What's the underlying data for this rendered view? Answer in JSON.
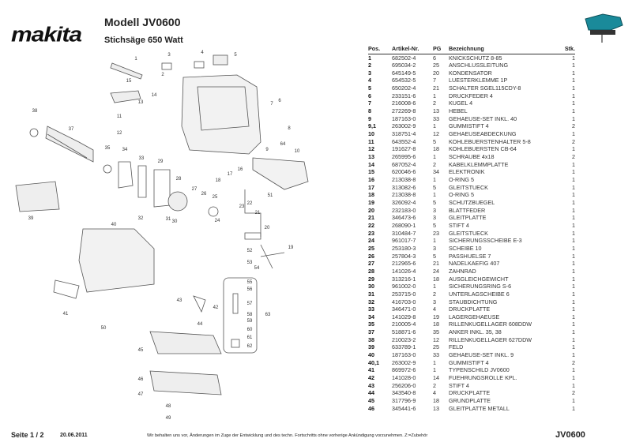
{
  "header": {
    "brand": "makita",
    "model": "Modell  JV0600",
    "subtitle": "Stichsäge  650 Watt"
  },
  "table": {
    "headers": {
      "pos": "Pos.",
      "art": "Artikel-Nr.",
      "pg": "PG",
      "bez": "Bezeichnung",
      "stk": "Stk."
    },
    "rows": [
      [
        "1",
        "682502-4",
        "6",
        "KNICKSCHUTZ 8-85",
        "1"
      ],
      [
        "2",
        "695034-2",
        "25",
        "ANSCHLUSSLEITUNG",
        "1"
      ],
      [
        "3",
        "645149-5",
        "20",
        "KONDENSATOR",
        "1"
      ],
      [
        "4",
        "654532-5",
        "7",
        "LUESTERKLEMME 1P",
        "1"
      ],
      [
        "5",
        "650202-4",
        "21",
        "SCHALTER SGEL115CDY-8",
        "1"
      ],
      [
        "6",
        "233151-6",
        "1",
        "DRUCKFEDER 4",
        "1"
      ],
      [
        "7",
        "216008-6",
        "2",
        "KUGEL 4",
        "1"
      ],
      [
        "8",
        "272269-8",
        "13",
        "HEBEL",
        "1"
      ],
      [
        "9",
        "187163-0",
        "33",
        "GEHAEUSE-SET INKL. 40",
        "1"
      ],
      [
        "9,1",
        "263002-9",
        "1",
        "GUMMISTIFT 4",
        "2"
      ],
      [
        "10",
        "318751-4",
        "12",
        "GEHAEUSEABDECKUNG",
        "1"
      ],
      [
        "11",
        "643552-4",
        "5",
        "KOHLEBUERSTENHALTER 5-8",
        "2"
      ],
      [
        "12",
        "191627-8",
        "18",
        "KOHLEBUERSTEN CB-64",
        "1"
      ],
      [
        "13",
        "265995-6",
        "1",
        "SCHRAUBE 4x18",
        "2"
      ],
      [
        "14",
        "687052-4",
        "2",
        "KABELKLEMMPLATTE",
        "1"
      ],
      [
        "15",
        "620046-6",
        "34",
        "ELEKTRONIK",
        "1"
      ],
      [
        "16",
        "213038-8",
        "1",
        "O-RING 5",
        "1"
      ],
      [
        "17",
        "313082-6",
        "5",
        "GLEITSTUECK",
        "1"
      ],
      [
        "18",
        "213038-8",
        "1",
        "O-RING 5",
        "1"
      ],
      [
        "19",
        "326092-4",
        "5",
        "SCHUTZBUEGEL",
        "1"
      ],
      [
        "20",
        "232183-0",
        "3",
        "BLATTFEDER",
        "1"
      ],
      [
        "21",
        "346473-6",
        "3",
        "GLEITPLATTE",
        "1"
      ],
      [
        "22",
        "268090-1",
        "5",
        "STIFT 4",
        "1"
      ],
      [
        "23",
        "310484-7",
        "23",
        "GLEITSTUECK",
        "1"
      ],
      [
        "24",
        "961017-7",
        "1",
        "SICHERUNGSSCHEIBE E-3",
        "1"
      ],
      [
        "25",
        "253180-3",
        "3",
        "SCHEIBE 10",
        "1"
      ],
      [
        "26",
        "257804-3",
        "5",
        "PASSHUELSE 7",
        "1"
      ],
      [
        "27",
        "212965-6",
        "21",
        "NADELKAEFIG 407",
        "1"
      ],
      [
        "28",
        "141026-4",
        "24",
        "ZAHNRAD",
        "1"
      ],
      [
        "29",
        "313216-1",
        "18",
        "AUSGLEICHGEWICHT",
        "1"
      ],
      [
        "30",
        "961002-0",
        "1",
        "SICHERUNGSRING S-6",
        "1"
      ],
      [
        "31",
        "253715-0",
        "2",
        "UNTERLAGSCHEIBE 6",
        "1"
      ],
      [
        "32",
        "416703-0",
        "3",
        "STAUBDICHTUNG",
        "1"
      ],
      [
        "33",
        "346471-0",
        "4",
        "DRUCKPLATTE",
        "1"
      ],
      [
        "34",
        "141029-8",
        "19",
        "LAGERGEHAEUSE",
        "1"
      ],
      [
        "35",
        "210005-4",
        "18",
        "RILLENKUGELLAGER 608DDW",
        "1"
      ],
      [
        "37",
        "518871-6",
        "35",
        "ANKER INKL. 35, 38",
        "1"
      ],
      [
        "38",
        "210023-2",
        "12",
        "RILLENKUGELLAGER 627DDW",
        "1"
      ],
      [
        "39",
        "633789-1",
        "25",
        "FELD",
        "1"
      ],
      [
        "40",
        "187163-0",
        "33",
        "GEHAEUSE-SET INKL. 9",
        "1"
      ],
      [
        "40,1",
        "263002-9",
        "1",
        "GUMMISTIFT 4",
        "2"
      ],
      [
        "41",
        "869972-6",
        "1",
        "TYPENSCHILD JV0600",
        "1"
      ],
      [
        "42",
        "141028-0",
        "14",
        "FUEHRUNGSROLLE KPL.",
        "1"
      ],
      [
        "43",
        "256206-0",
        "2",
        "STIFT 4",
        "1"
      ],
      [
        "44",
        "343540-8",
        "4",
        "DRUCKPLATTE",
        "2"
      ],
      [
        "45",
        "317796-9",
        "18",
        "GRUNDPLATTE",
        "1"
      ],
      [
        "46",
        "345441-6",
        "13",
        "GLEITPLATTE METALL",
        "1"
      ]
    ]
  },
  "callouts": [
    "1",
    "2",
    "3",
    "4",
    "5",
    "6",
    "7",
    "8",
    "9",
    "10",
    "11",
    "12",
    "13",
    "14",
    "15",
    "16",
    "17",
    "18",
    "19",
    "20",
    "21",
    "22",
    "23",
    "24",
    "25",
    "26",
    "27",
    "28",
    "29",
    "30",
    "31",
    "32",
    "33",
    "34",
    "35",
    "37",
    "38",
    "39",
    "40",
    "41",
    "42",
    "43",
    "44",
    "45",
    "46",
    "47",
    "48",
    "49",
    "50",
    "51",
    "52",
    "53",
    "54",
    "55",
    "56",
    "57",
    "58",
    "59",
    "60",
    "61",
    "62",
    "63",
    "64"
  ],
  "footer": {
    "page": "Seite 1 / 2",
    "date": "20.06.2011",
    "note": "Wir behalten uns vor, Änderungen im Zuge der Entwicklung und des techn. Fortschritts ohne vorherige Ankündigung vorzunehmen. Z:=Zubehör",
    "model": "JV0600"
  }
}
